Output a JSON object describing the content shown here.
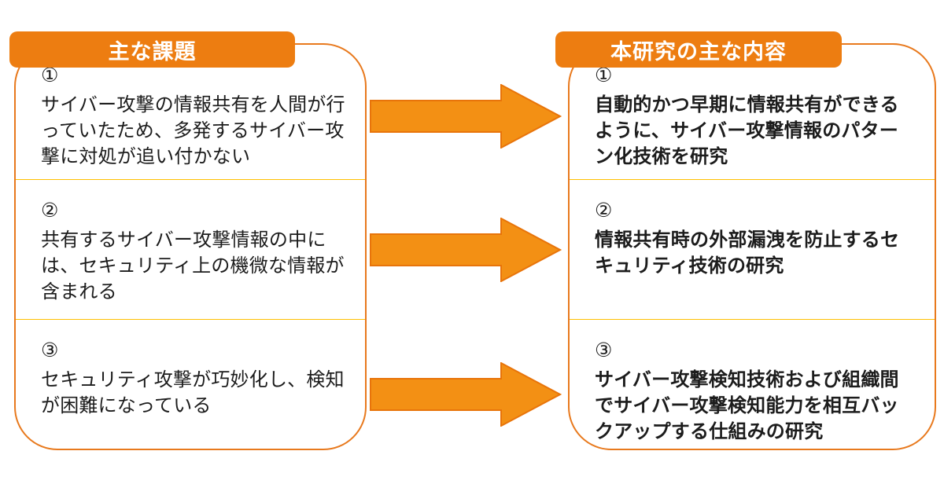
{
  "diagram": {
    "left_panel": {
      "header": "主な課題",
      "items": [
        {
          "number": "①",
          "text": "サイバー攻撃の情報共有を人間が行っていたため、多発するサイバー攻撃に対処が追い付かない"
        },
        {
          "number": "②",
          "text": "共有するサイバー攻撃情報の中には、セキュリティ上の機微な情報が含まれる"
        },
        {
          "number": "③",
          "text": "セキュリティ攻撃が巧妙化し、検知が困難になっている"
        }
      ]
    },
    "right_panel": {
      "header": "本研究の主な内容",
      "items": [
        {
          "number": "①",
          "text": "自動的かつ早期に情報共有ができるように、サイバー攻撃情報のパターン化技術を研究"
        },
        {
          "number": "②",
          "text": "情報共有時の外部漏洩を防止するセキュリティ技術の研究"
        },
        {
          "number": "③",
          "text": "サイバー攻撃検知技術および組織間でサイバー攻撃検知能力を相互バックアップする仕組みの研究"
        }
      ]
    },
    "arrows": {
      "count": 3,
      "direction": "right",
      "icon": "right-arrow-icon"
    },
    "colors": {
      "header_fill": "#ED7D11",
      "panel_border": "#E8791D",
      "divider": "#FFC000",
      "arrow_fill": "#F39014",
      "arrow_stroke": "#E8740A",
      "text": "#1C1C1C",
      "header_text": "#FFFFFF",
      "background": "#FFFFFF"
    }
  }
}
